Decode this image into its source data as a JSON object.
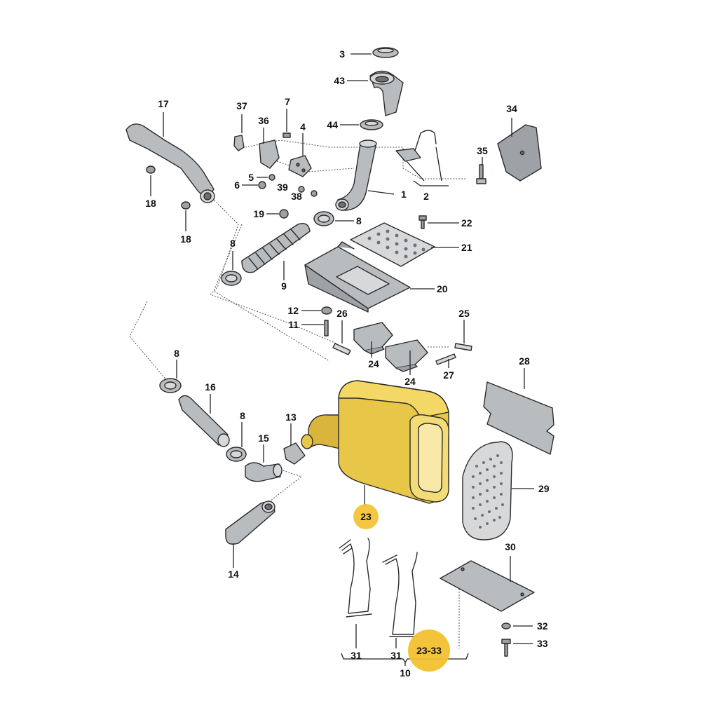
{
  "diagram": {
    "colors": {
      "part_fill": "#b9bcbf",
      "highlight_part": "#e8c648",
      "highlight_badge": "#f2c12e",
      "line": "#2b2b2b"
    },
    "labels": {
      "l1": "1",
      "l2": "2",
      "l3": "3",
      "l43": "43",
      "l44": "44",
      "l17": "17",
      "l18a": "18",
      "l18b": "18",
      "l37": "37",
      "l36": "36",
      "l7": "7",
      "l4": "4",
      "l5": "5",
      "l6": "6",
      "l39": "39",
      "l38": "38",
      "l34": "34",
      "l35": "35",
      "l19": "19",
      "l8a": "8",
      "l8b": "8",
      "l8c": "8",
      "l8d": "8",
      "l22": "22",
      "l21": "21",
      "l9": "9",
      "l20": "20",
      "l12": "12",
      "l11": "11",
      "l26": "26",
      "l25": "25",
      "l24a": "24",
      "l24b": "24",
      "l27": "27",
      "l16": "16",
      "l13": "13",
      "l15": "15",
      "l14": "14",
      "l23": "23",
      "l28": "28",
      "l29": "29",
      "l30": "30",
      "l31a": "31",
      "l31b": "31",
      "l2333": "23-33",
      "l32": "32",
      "l33": "33",
      "l10": "10"
    }
  }
}
